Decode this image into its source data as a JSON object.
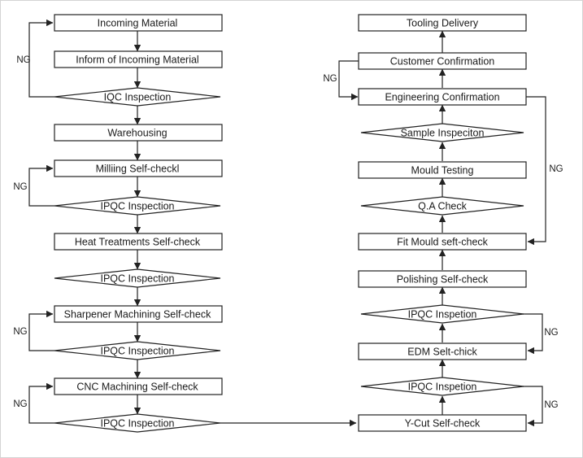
{
  "colors": {
    "line": "#222222",
    "fill": "#ffffff",
    "frame": "#d4d4d4"
  },
  "left_column": {
    "incoming_material": "Incoming Material",
    "inform_incoming": "Inform of Incoming Material",
    "iqc_inspection": "IQC Inspection",
    "warehousing": "Warehousing",
    "milling_selfcheck": "Milliing Self-checkl",
    "ipqc_1": "IPQC Inspection",
    "heat_treatments": "Heat Treatments Self-check",
    "ipqc_2": "IPQC Inspection",
    "sharpener_machining": "Sharpener Machining Self-check",
    "ipqc_3": "IPQC Inspection",
    "cnc_machining": "CNC Machining Self-check",
    "ipqc_4": "IPQC Inspection"
  },
  "right_column": {
    "tooling_delivery": "Tooling Delivery",
    "customer_confirmation": "Customer Confirmation",
    "engineering_confirmation": "Engineering Confirmation",
    "sample_inspection": "Sample Inspeciton",
    "mould_testing": "Mould Testing",
    "qa_check": "Q.A Check",
    "fit_mould": "Fit Mould seft-check",
    "polishing": "Polishing Self-check",
    "ipqc_edm": "IPQC Inspetion",
    "edm_selfcheck": "EDM Selt-chick",
    "ipqc_ycut": "IPQC Inspetion",
    "ycut_selfcheck": "Y-Cut Self-check"
  },
  "ng_labels": {
    "iqc": "NG",
    "milling": "NG",
    "sharpener": "NG",
    "cnc": "NG",
    "customer": "NG",
    "engineering": "NG",
    "edm": "NG",
    "ycut": "NG"
  }
}
